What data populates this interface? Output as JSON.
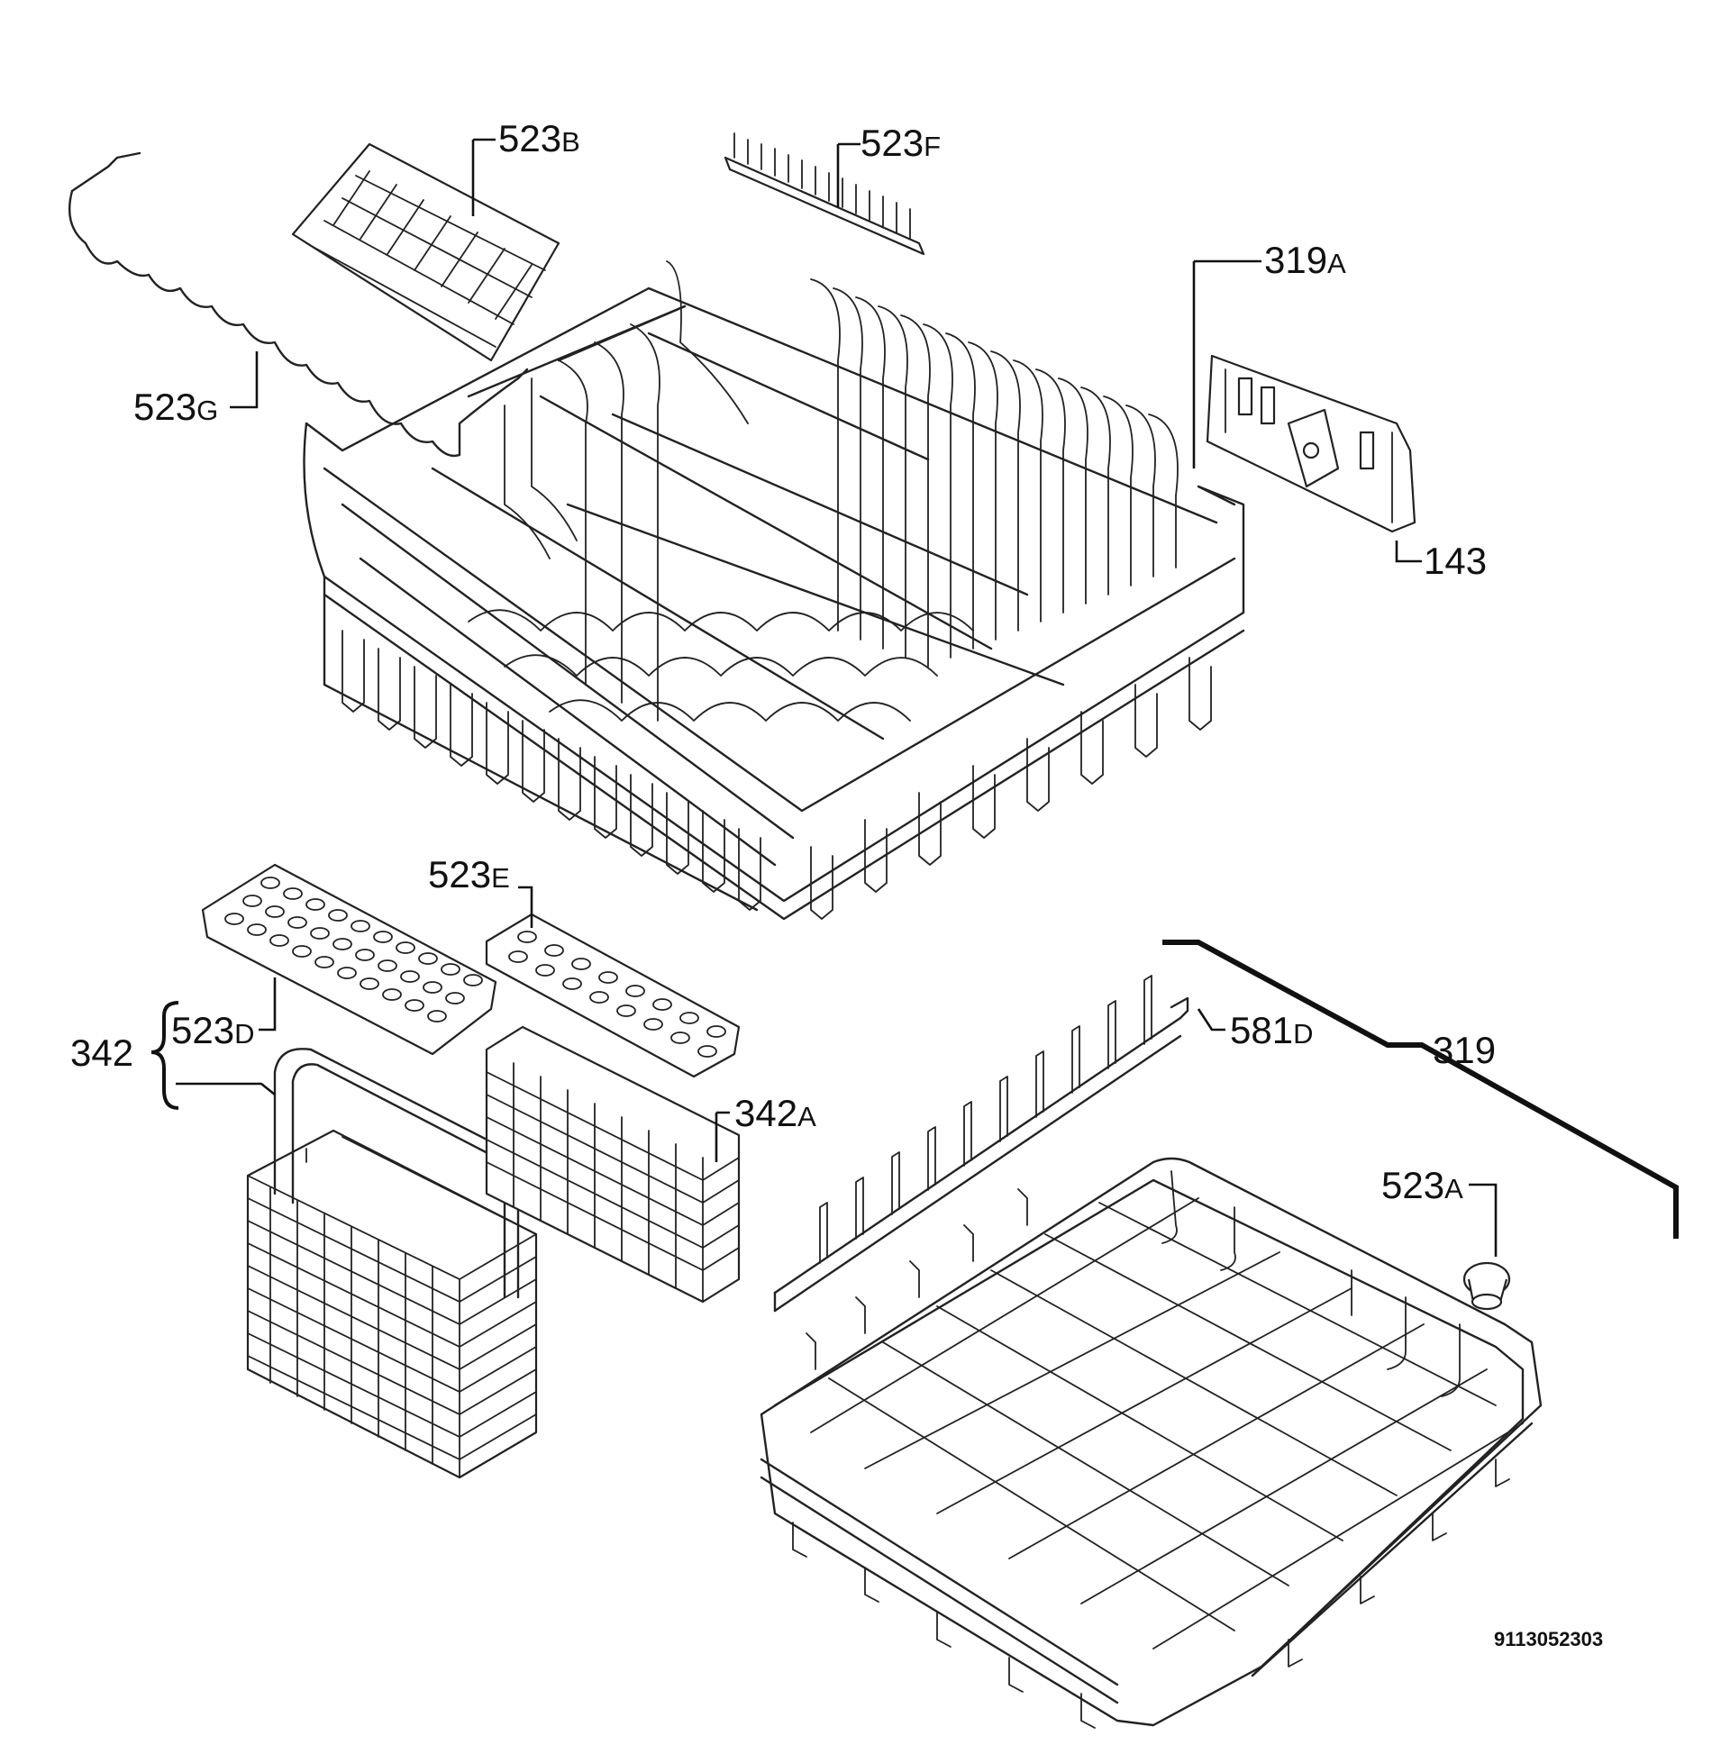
{
  "labels": {
    "523B": {
      "num": "523",
      "suffix": "B"
    },
    "523F": {
      "num": "523",
      "suffix": "F"
    },
    "319A": {
      "num": "319",
      "suffix": "A"
    },
    "523G": {
      "num": "523",
      "suffix": "G"
    },
    "143": {
      "num": "143",
      "suffix": ""
    },
    "523E": {
      "num": "523",
      "suffix": "E"
    },
    "342": {
      "num": "342",
      "suffix": ""
    },
    "523D": {
      "num": "523",
      "suffix": "D"
    },
    "342A": {
      "num": "342",
      "suffix": "A"
    },
    "581D": {
      "num": "581",
      "suffix": "D"
    },
    "319": {
      "num": "319",
      "suffix": ""
    },
    "523A": {
      "num": "523",
      "suffix": "A"
    }
  },
  "document_number": "9113052303",
  "colors": {
    "ink": "#111111",
    "background": "#ffffff"
  }
}
